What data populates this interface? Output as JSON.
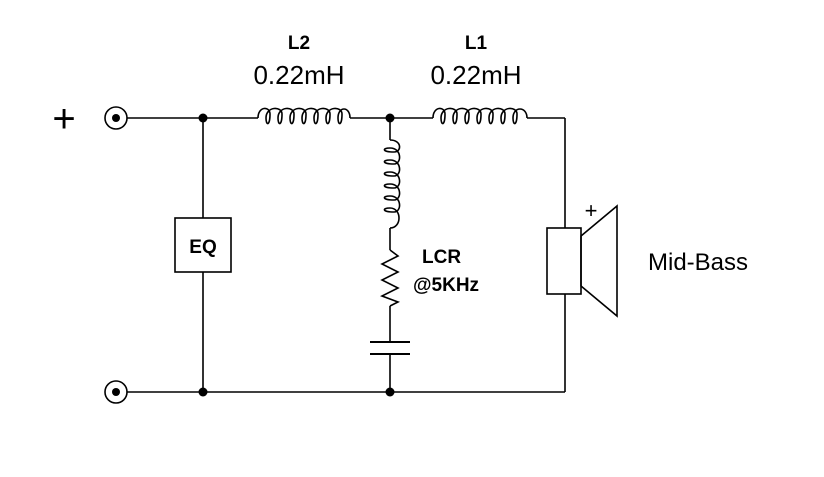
{
  "diagram": {
    "input_polarity_symbol": "+",
    "components": {
      "l2": {
        "designator": "L2",
        "value": "0.22mH"
      },
      "l1": {
        "designator": "L1",
        "value": "0.22mH"
      },
      "eq": {
        "label": "EQ"
      },
      "lcr": {
        "label": "LCR",
        "frequency": "@5KHz"
      },
      "speaker": {
        "label": "Mid-Bass",
        "polarity_symbol": "+"
      }
    },
    "colors": {
      "stroke": "#000000",
      "background": "#ffffff"
    }
  }
}
